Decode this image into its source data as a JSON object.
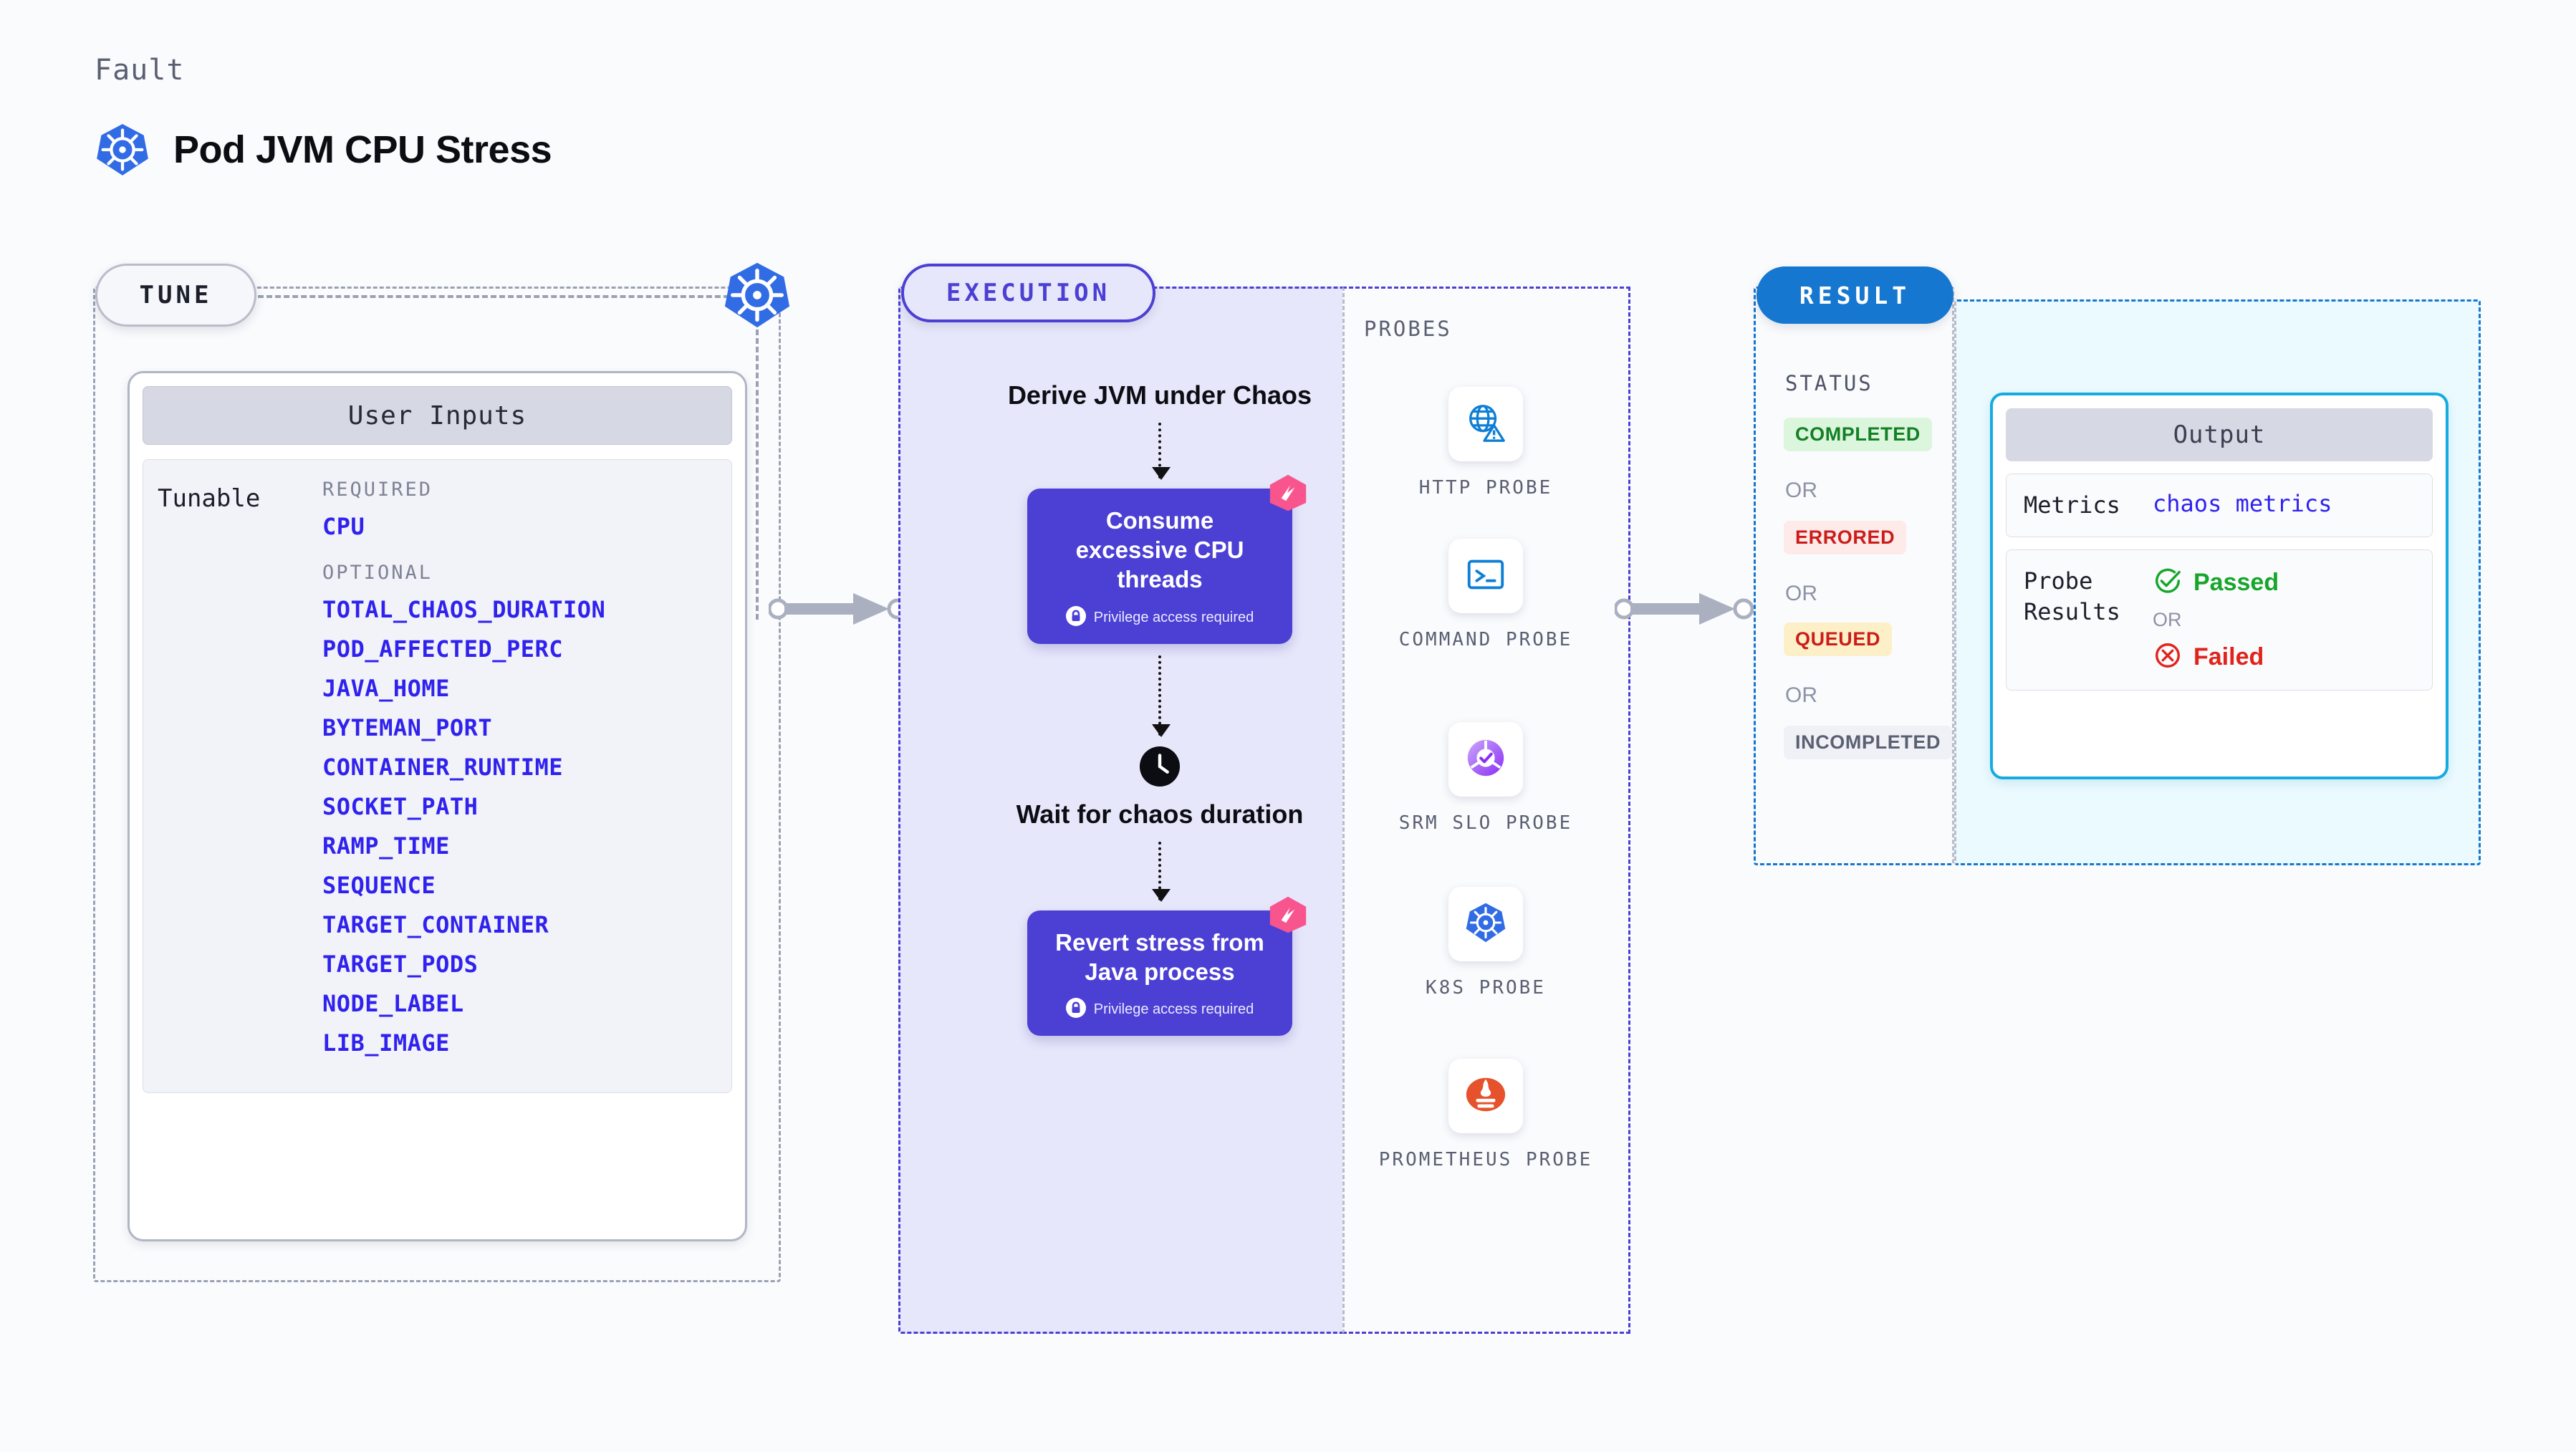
{
  "header": {
    "eyebrow": "Fault",
    "title": "Pod JVM CPU Stress",
    "icon": "kubernetes-icon"
  },
  "colors": {
    "accent_purple": "#4b3fd4",
    "param_blue": "#3022ee",
    "result_blue": "#1577cf",
    "output_cyan": "#14ace0",
    "badge_pink": "#f8558f",
    "pass_green": "#17a52a",
    "fail_red": "#e0241b",
    "k8s_blue": "#326ce5",
    "prometheus_orange": "#e6522c"
  },
  "tune": {
    "pill_label": "TUNE",
    "card_header": "User Inputs",
    "tunable_label": "Tunable",
    "required_label": "REQUIRED",
    "optional_label": "OPTIONAL",
    "required_params": [
      "CPU"
    ],
    "optional_params": [
      "TOTAL_CHAOS_DURATION",
      "POD_AFFECTED_PERC",
      "JAVA_HOME",
      "BYTEMAN_PORT",
      "CONTAINER_RUNTIME",
      "SOCKET_PATH",
      "RAMP_TIME",
      "SEQUENCE",
      "TARGET_CONTAINER",
      "TARGET_PODS",
      "NODE_LABEL",
      "LIB_IMAGE"
    ]
  },
  "execution": {
    "pill_label": "EXECUTION",
    "steps": [
      {
        "type": "text",
        "label": "Derive JVM under Chaos"
      },
      {
        "type": "card",
        "label": "Consume excessive CPU threads",
        "privilege": "Privilege access required",
        "badge": "litmus-badge-icon"
      },
      {
        "type": "clock",
        "label": "Wait for chaos duration"
      },
      {
        "type": "card",
        "label": "Revert stress from Java process",
        "privilege": "Privilege access required",
        "badge": "litmus-badge-icon"
      }
    ]
  },
  "probes": {
    "section_label": "PROBES",
    "items": [
      {
        "name": "HTTP PROBE",
        "icon": "globe-warning-icon"
      },
      {
        "name": "COMMAND PROBE",
        "icon": "terminal-icon"
      },
      {
        "name": "SRM SLO PROBE",
        "icon": "slo-gauge-check-icon"
      },
      {
        "name": "K8S PROBE",
        "icon": "kubernetes-icon"
      },
      {
        "name": "PROMETHEUS PROBE",
        "icon": "prometheus-flame-icon"
      }
    ]
  },
  "result": {
    "pill_label": "RESULT",
    "status_label": "STATUS",
    "or_label": "OR",
    "statuses": [
      {
        "label": "COMPLETED",
        "bg": "#dcf5dd",
        "fg": "#128024"
      },
      {
        "label": "ERRORED",
        "bg": "#fdeae9",
        "fg": "#cc1c19"
      },
      {
        "label": "QUEUED",
        "bg": "#fdf0c8",
        "fg": "#cc1c19"
      },
      {
        "label": "INCOMPLETED",
        "bg": "#f0f1f6",
        "fg": "#5a6072"
      }
    ],
    "output": {
      "header": "Output",
      "metrics_key": "Metrics",
      "metrics_value": "chaos metrics",
      "probe_results_key": "Probe Results",
      "passed_label": "Passed",
      "or_label": "OR",
      "failed_label": "Failed",
      "pass_icon": "check-circle-icon",
      "fail_icon": "x-circle-icon"
    }
  }
}
